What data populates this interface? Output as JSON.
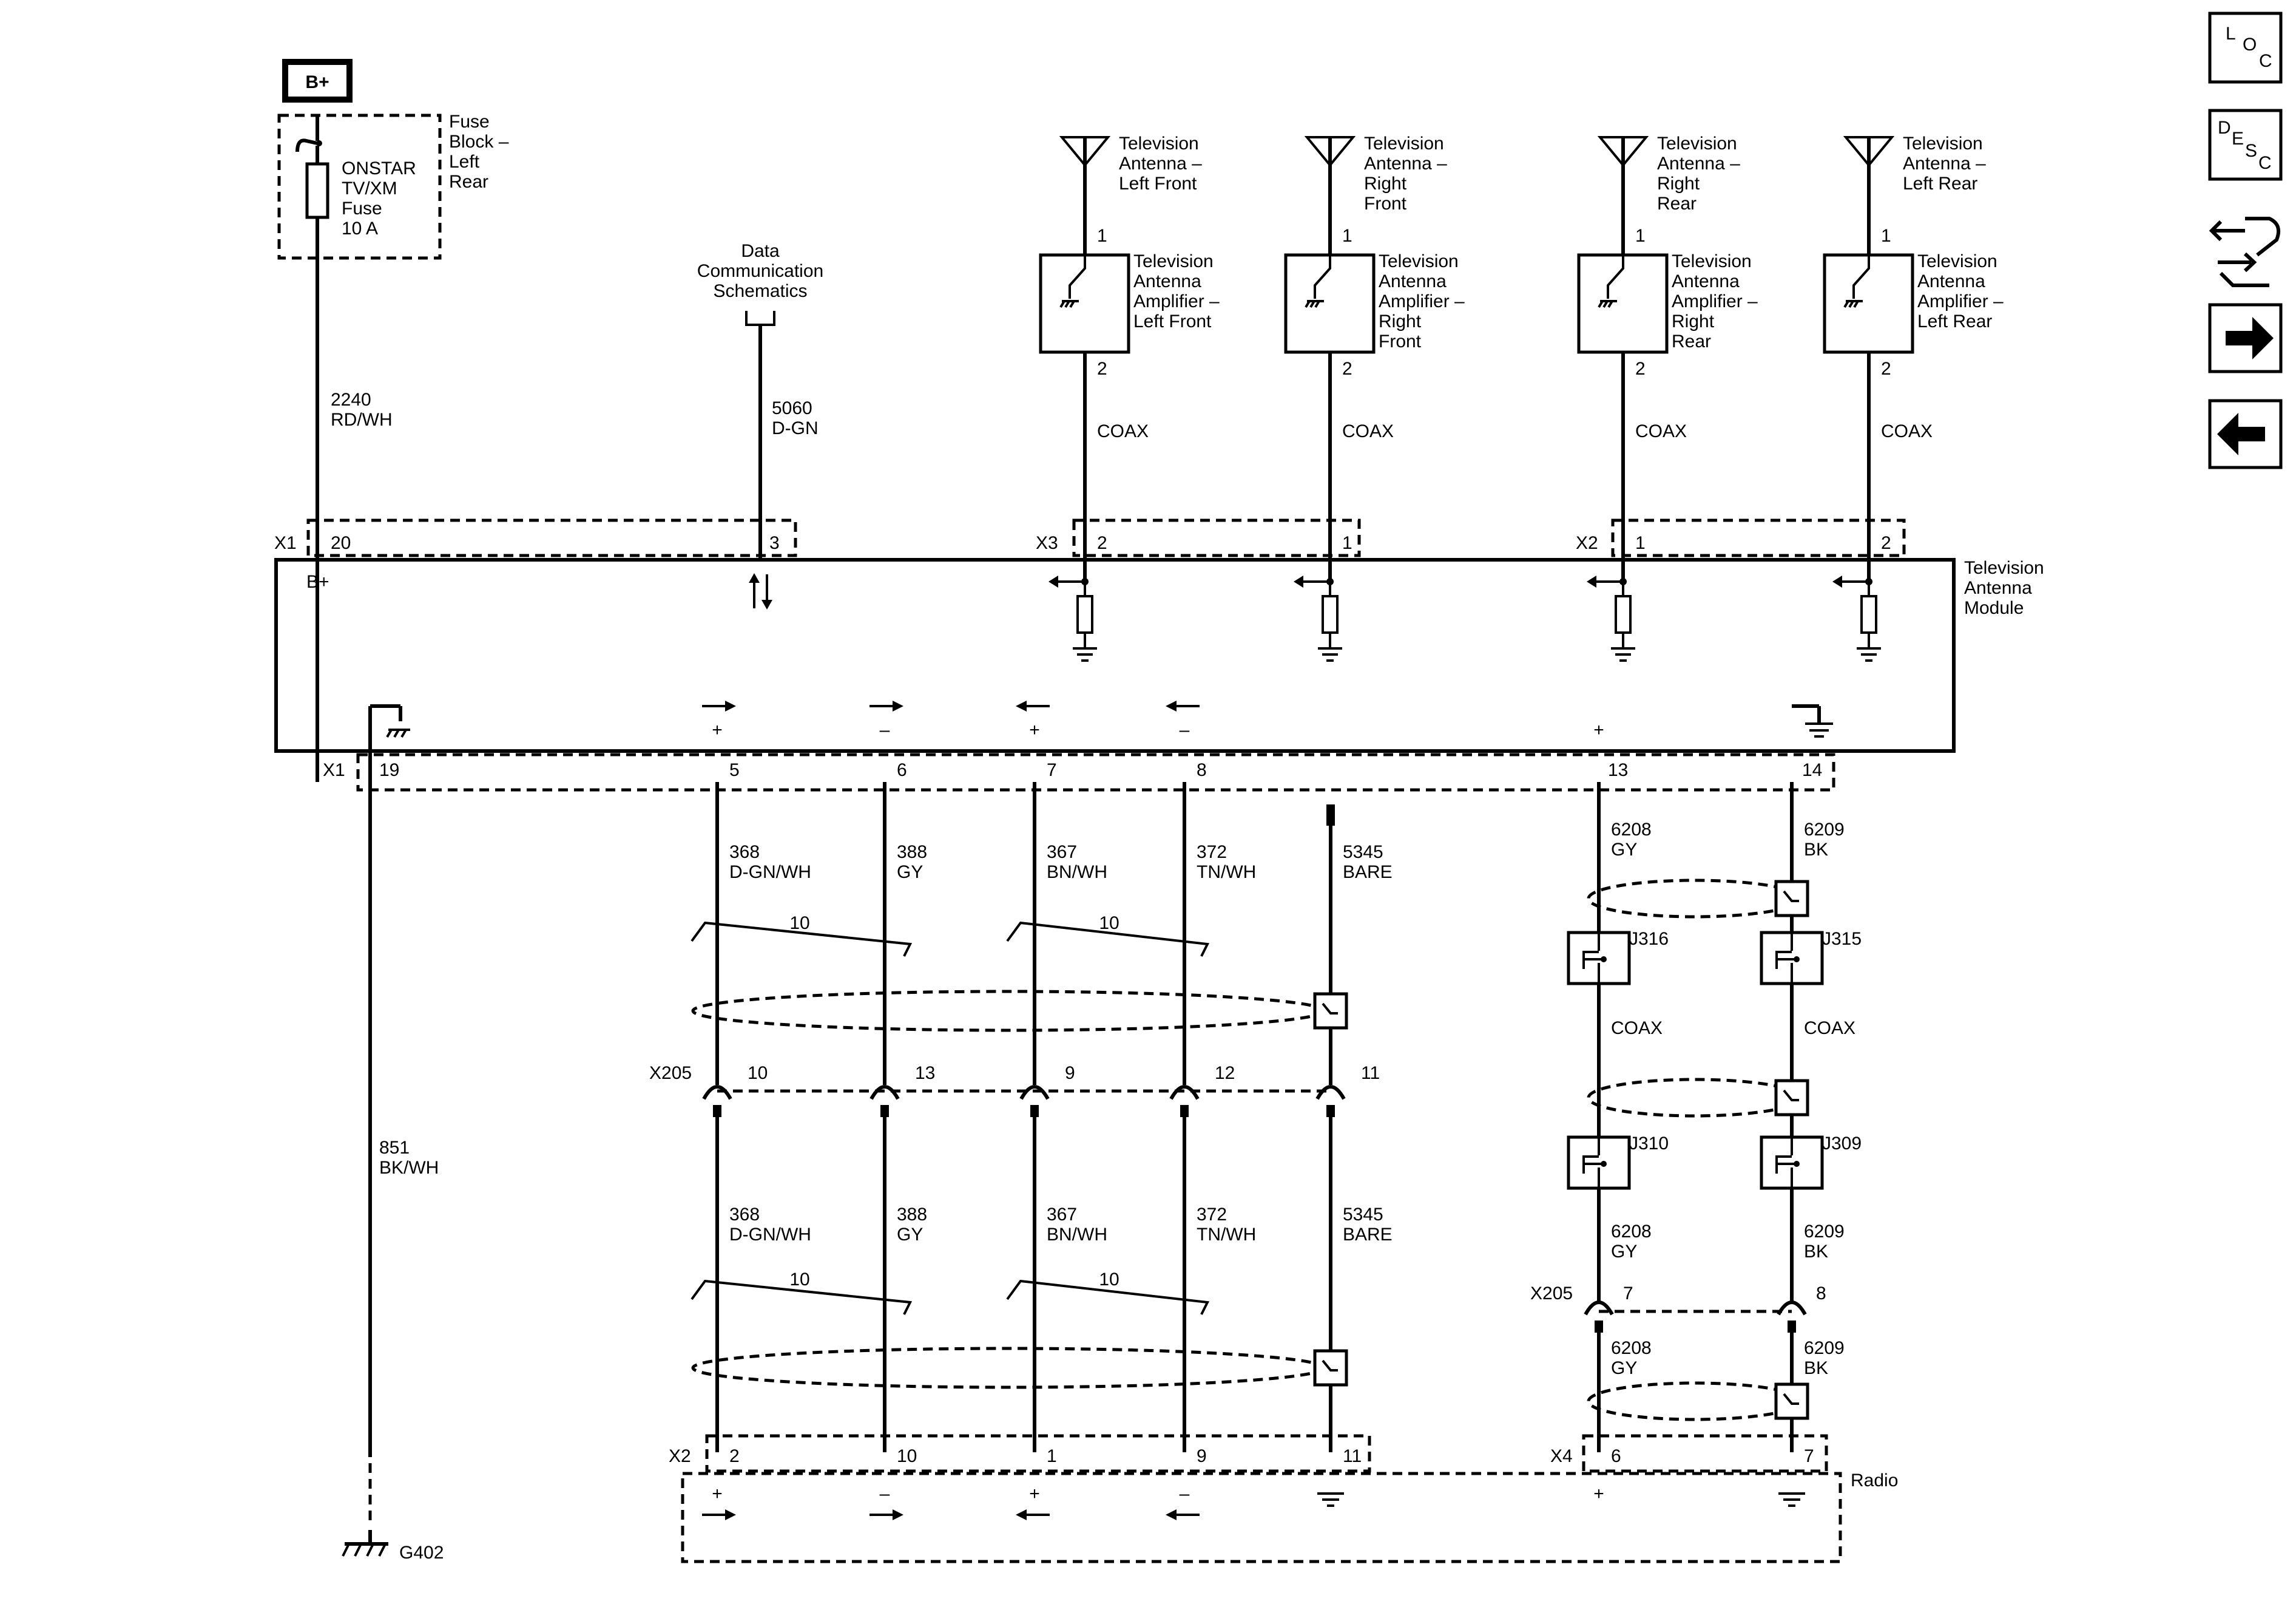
{
  "power": {
    "label": "B+"
  },
  "fuse_block": {
    "lines": [
      "Fuse",
      "Block –",
      "Left",
      "Rear"
    ]
  },
  "fuse": {
    "lines": [
      "ONSTAR",
      "TV/XM",
      "Fuse",
      "10 A"
    ]
  },
  "data_comm": {
    "lines": [
      "Data",
      "Communication",
      "Schematics"
    ]
  },
  "antennas": [
    {
      "name": [
        "Television",
        "Antenna –",
        "Left Front"
      ],
      "amp": [
        "Television",
        "Antenna",
        "Amplifier –",
        "Left Front"
      ],
      "pin_top": "1",
      "pin_bottom": "2",
      "cable": "COAX",
      "module_pin": "2"
    },
    {
      "name": [
        "Television",
        "Antenna –",
        "Right",
        "Front"
      ],
      "amp": [
        "Television",
        "Antenna",
        "Amplifier –",
        "Right",
        "Front"
      ],
      "pin_top": "1",
      "pin_bottom": "2",
      "cable": "COAX",
      "module_pin": "1"
    },
    {
      "name": [
        "Television",
        "Antenna –",
        "Right",
        "Rear"
      ],
      "amp": [
        "Television",
        "Antenna",
        "Amplifier –",
        "Right",
        "Rear"
      ],
      "pin_top": "1",
      "pin_bottom": "2",
      "cable": "COAX",
      "module_pin": "1"
    },
    {
      "name": [
        "Television",
        "Antenna –",
        "Left Rear"
      ],
      "amp": [
        "Television",
        "Antenna",
        "Amplifier –",
        "Left Rear"
      ],
      "pin_top": "1",
      "pin_bottom": "2",
      "cable": "COAX",
      "module_pin": "2"
    }
  ],
  "module": {
    "name": [
      "Television",
      "Antenna",
      "Module"
    ],
    "bplus": "B+"
  },
  "connectors": {
    "x1": "X1",
    "x3": "X3",
    "x2_top": "X2",
    "x205": "X205",
    "x2_bottom": "X2",
    "x4": "X4",
    "x1_pin_20": "20",
    "x1_pin_3": "3",
    "x1_pin_19": "19",
    "x1_pins_bottom": [
      "5",
      "6",
      "7",
      "8"
    ],
    "x1_pin_13": "13",
    "x1_pin_14": "14"
  },
  "wires": {
    "w2240": {
      "num": "2240",
      "color": "RD/WH"
    },
    "w5060": {
      "num": "5060",
      "color": "D-GN"
    },
    "w851": {
      "num": "851",
      "color": "BK/WH"
    },
    "signals_top": [
      {
        "num": "368",
        "color": "D-GN/WH"
      },
      {
        "num": "388",
        "color": "GY"
      },
      {
        "num": "367",
        "color": "BN/WH"
      },
      {
        "num": "372",
        "color": "TN/WH"
      },
      {
        "num": "5345",
        "color": "BARE"
      }
    ],
    "signals_bottom": [
      {
        "num": "368",
        "color": "D-GN/WH"
      },
      {
        "num": "388",
        "color": "GY"
      },
      {
        "num": "367",
        "color": "BN/WH"
      },
      {
        "num": "372",
        "color": "TN/WH"
      },
      {
        "num": "5345",
        "color": "BARE"
      }
    ],
    "twist": "10",
    "coax_right": [
      {
        "num": "6208",
        "color": "GY"
      },
      {
        "num": "6209",
        "color": "BK"
      }
    ],
    "coax_label": "COAX"
  },
  "x205_pins_left": [
    "10",
    "13",
    "9",
    "12",
    "11"
  ],
  "x205_pins_right": [
    "7",
    "8"
  ],
  "x2_pins": [
    "2",
    "10",
    "1",
    "9",
    "11"
  ],
  "x4_pins": [
    "6",
    "7"
  ],
  "jacks": [
    "J316",
    "J315",
    "J310",
    "J309"
  ],
  "radio": {
    "label": "Radio"
  },
  "ground": {
    "label": "G402"
  },
  "polarity": {
    "plus": "+",
    "minus": "–"
  },
  "nav_buttons": [
    {
      "name": "loc",
      "letters": [
        "L",
        "O",
        "C"
      ]
    },
    {
      "name": "desc",
      "letters": [
        "D",
        "E",
        "S",
        "C"
      ]
    }
  ]
}
